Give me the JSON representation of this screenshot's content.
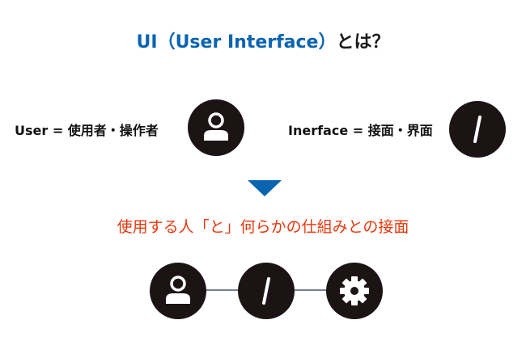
{
  "title": {
    "highlight": "UI（User Interface）",
    "rest": "とは？"
  },
  "user_definition": {
    "label": "User = 使用者・操作者",
    "icon": "person-icon"
  },
  "interface_definition": {
    "label": "Inerface = 接面・界面",
    "icon": "slash-icon"
  },
  "tagline": "使用する人「と」何らかの仕組みとの接面",
  "flow": [
    "person-icon",
    "slash-icon",
    "gear-icon"
  ],
  "colors": {
    "accent_blue": "#0a64b0",
    "accent_red": "#e8380d",
    "circle": "#1c1414",
    "connector": "#7a8090"
  }
}
